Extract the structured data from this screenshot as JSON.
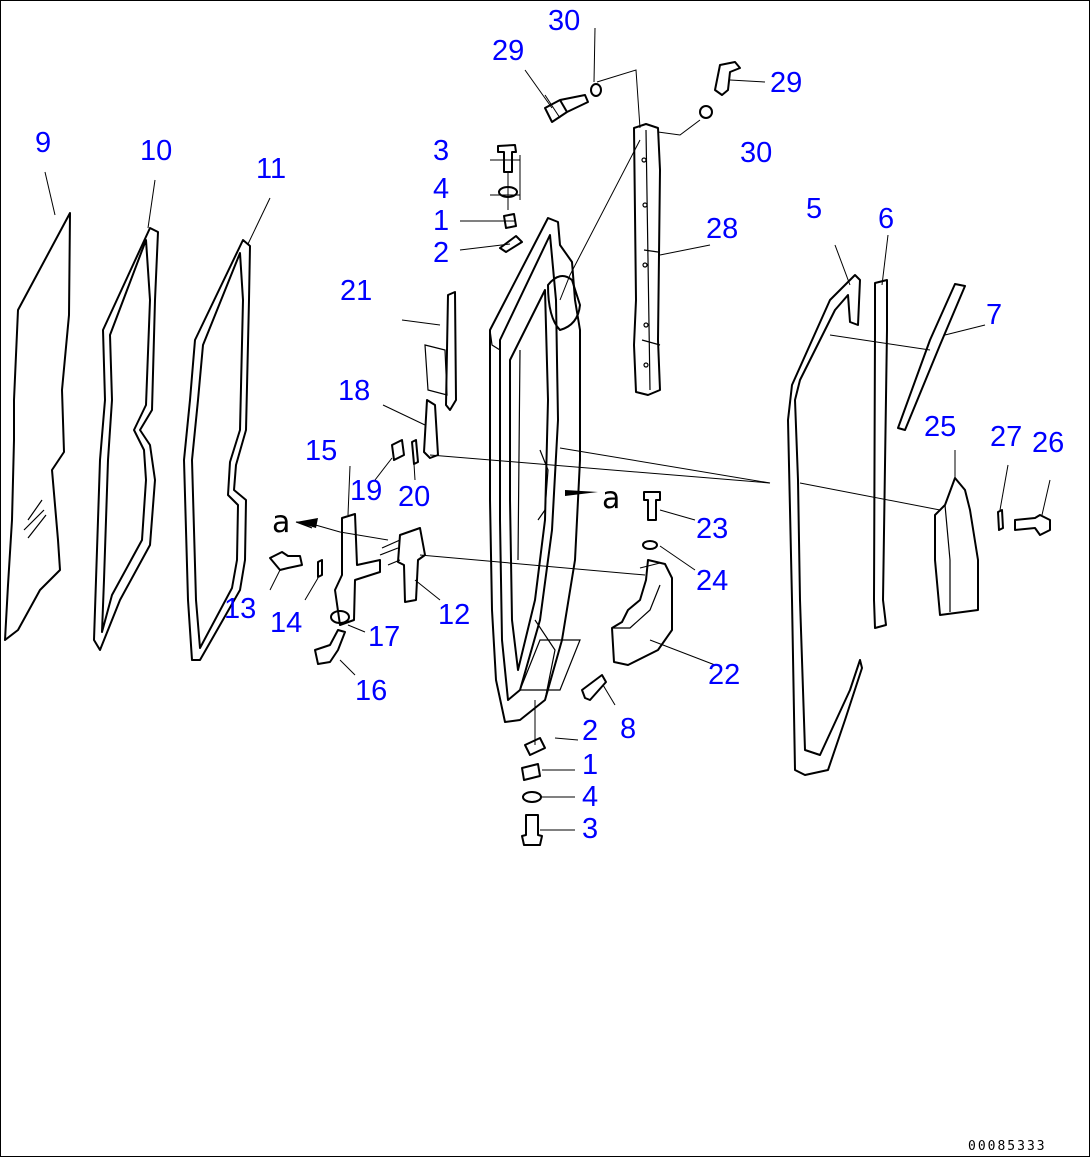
{
  "callouts": [
    {
      "id": "c9",
      "label": "9"
    },
    {
      "id": "c10",
      "label": "10"
    },
    {
      "id": "c11",
      "label": "11"
    },
    {
      "id": "c3a",
      "label": "3"
    },
    {
      "id": "c4a",
      "label": "4"
    },
    {
      "id": "c1a",
      "label": "1"
    },
    {
      "id": "c2a",
      "label": "2"
    },
    {
      "id": "c21",
      "label": "21"
    },
    {
      "id": "c18",
      "label": "18"
    },
    {
      "id": "c15",
      "label": "15"
    },
    {
      "id": "c19",
      "label": "19"
    },
    {
      "id": "c20",
      "label": "20"
    },
    {
      "id": "c13",
      "label": "13"
    },
    {
      "id": "c14",
      "label": "14"
    },
    {
      "id": "c12",
      "label": "12"
    },
    {
      "id": "c17",
      "label": "17"
    },
    {
      "id": "c16",
      "label": "16"
    },
    {
      "id": "c29a",
      "label": "29"
    },
    {
      "id": "c30a",
      "label": "30"
    },
    {
      "id": "c29b",
      "label": "29"
    },
    {
      "id": "c30b",
      "label": "30"
    },
    {
      "id": "c28",
      "label": "28"
    },
    {
      "id": "c5",
      "label": "5"
    },
    {
      "id": "c6",
      "label": "6"
    },
    {
      "id": "c7",
      "label": "7"
    },
    {
      "id": "c25",
      "label": "25"
    },
    {
      "id": "c27",
      "label": "27"
    },
    {
      "id": "c26",
      "label": "26"
    },
    {
      "id": "c23",
      "label": "23"
    },
    {
      "id": "c24",
      "label": "24"
    },
    {
      "id": "c22",
      "label": "22"
    },
    {
      "id": "c8",
      "label": "8"
    },
    {
      "id": "c2b",
      "label": "2"
    },
    {
      "id": "c1b",
      "label": "1"
    },
    {
      "id": "c4b",
      "label": "4"
    },
    {
      "id": "c3b",
      "label": "3"
    }
  ],
  "reference_marks": [
    {
      "id": "ref_left",
      "label": "a"
    },
    {
      "id": "ref_center",
      "label": "a"
    }
  ],
  "drawing_number": "00085333",
  "colors": {
    "callout": "#0000ff",
    "linework": "#000000",
    "background": "#ffffff"
  }
}
